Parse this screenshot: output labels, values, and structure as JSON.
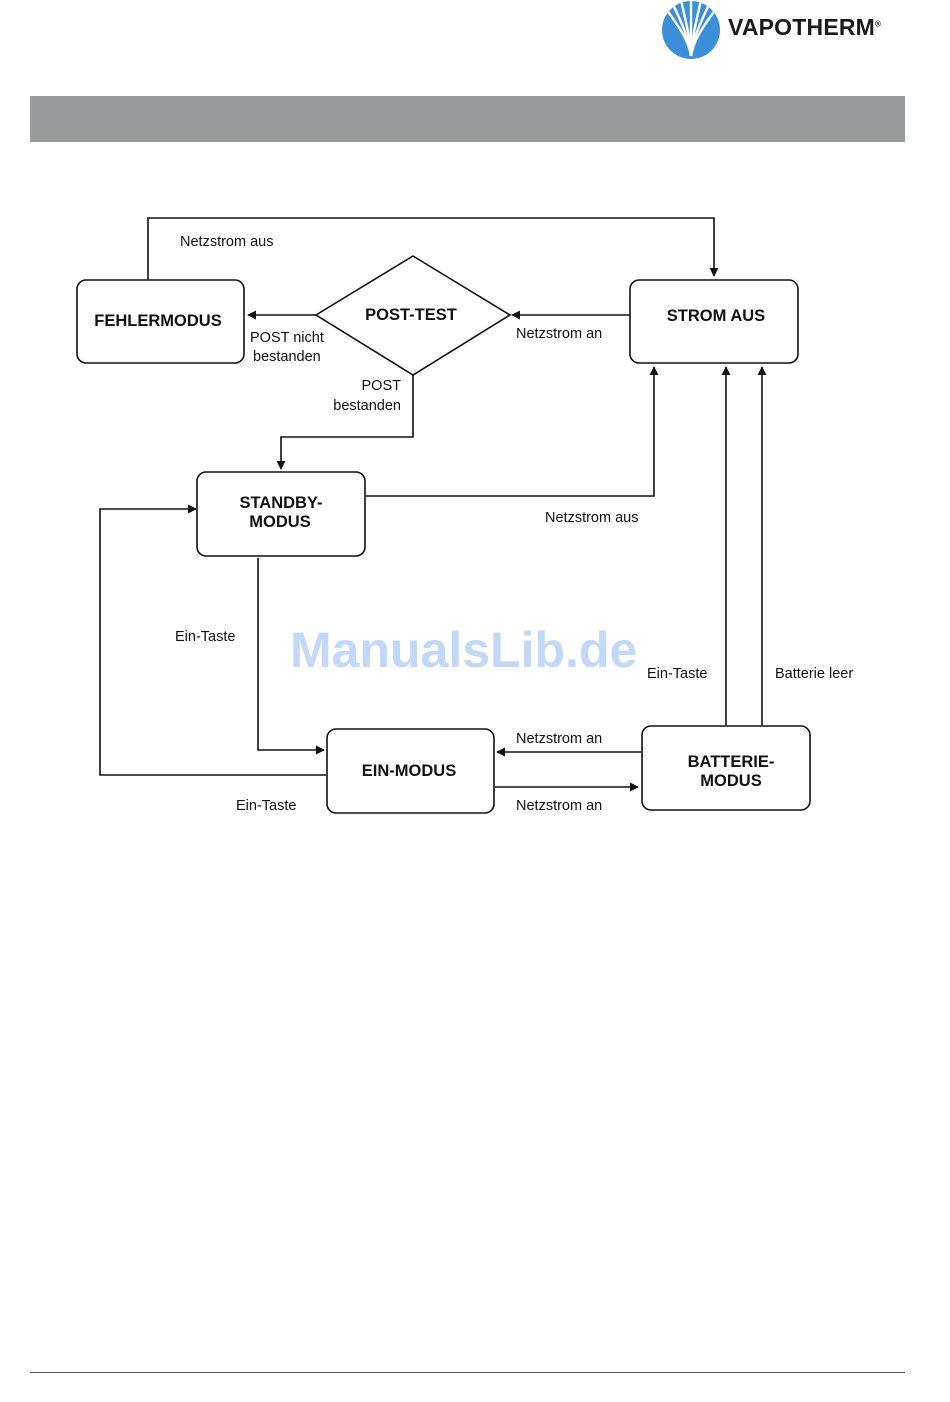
{
  "brand": {
    "name": "VAPOTHERM",
    "registered": "®",
    "colors": {
      "logo_blue": "#3b8fd9",
      "header_bar": "#9a9b9d"
    }
  },
  "diagram": {
    "nodes": {
      "fehlermodus": "FEHLERMODUS",
      "post_test": "POST-TEST",
      "strom_aus": "STROM AUS",
      "standby_line1": "STANDBY-",
      "standby_line2": "MODUS",
      "ein_modus": "EIN-MODUS",
      "batterie_line1": "BATTERIE-",
      "batterie_line2": "MODUS"
    },
    "labels": {
      "netzstrom_aus_top": "Netzstrom aus",
      "netzstrom_an_post": "Netzstrom an",
      "post_nicht_line1": "POST nicht",
      "post_nicht_line2": "bestanden",
      "post_bestanden_line1": "POST",
      "post_bestanden_line2": "bestanden",
      "netzstrom_aus_standby": "Netzstrom aus",
      "ein_taste_standby": "Ein-Taste",
      "ein_taste_batterie": "Ein-Taste",
      "batterie_leer": "Batterie leer",
      "netzstrom_an_upper": "Netzstrom an",
      "netzstrom_an_lower": "Netzstrom an",
      "ein_taste_bottom": "Ein-Taste"
    },
    "watermark": "ManualsLib.de"
  }
}
